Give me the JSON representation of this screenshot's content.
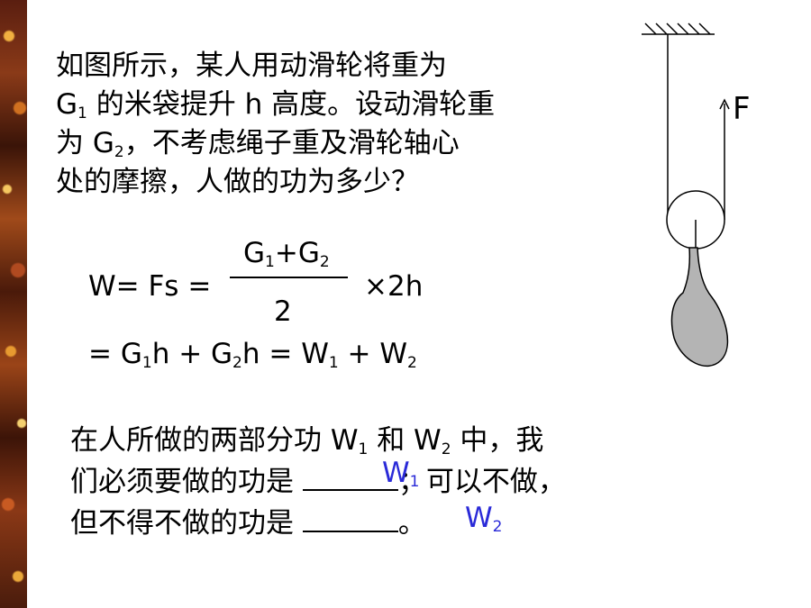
{
  "problem": {
    "line1": "如图所示，某人用动滑轮将重为",
    "line2": {
      "g": "G",
      "sub": "1",
      "rest": " 的米袋提升 h 高度。设动滑轮重"
    },
    "line3": {
      "pre": "为 G",
      "sub": "2",
      "rest": "，不考虑绳子重及滑轮轴心"
    },
    "line4": "处的摩擦，人做的功为多少？"
  },
  "formula": {
    "lhs": "W= Fs =",
    "numerator": {
      "a": "G",
      "a_sub": "1",
      "plus": "+G",
      "b_sub": "2"
    },
    "denominator": "2",
    "times": "×2h",
    "line2": {
      "p1": "= G",
      "s1": "1",
      "p2": "h + G",
      "s2": "2",
      "p3": "h  = W",
      "s3": "1",
      "p4": " + W",
      "s4": "2"
    }
  },
  "question": {
    "line1": {
      "pre": "在人所做的两部分功 W",
      "s1": "1",
      "mid": " 和 W",
      "s2": "2",
      "post": " 中，我"
    },
    "line2": {
      "pre": "们必须要做的功是 ",
      "post": "；可以不做，"
    },
    "line3": {
      "pre": "但不得不做的功是 ",
      "post": "。"
    }
  },
  "answers": {
    "a1": {
      "w": "W",
      "sub": "1"
    },
    "a2": {
      "w": "W",
      "sub": "2"
    }
  },
  "diagram": {
    "force_label": "F"
  },
  "colors": {
    "answer": "#2a2ad8",
    "sack": "#b4b4b4",
    "strip": "#6a2a10"
  }
}
